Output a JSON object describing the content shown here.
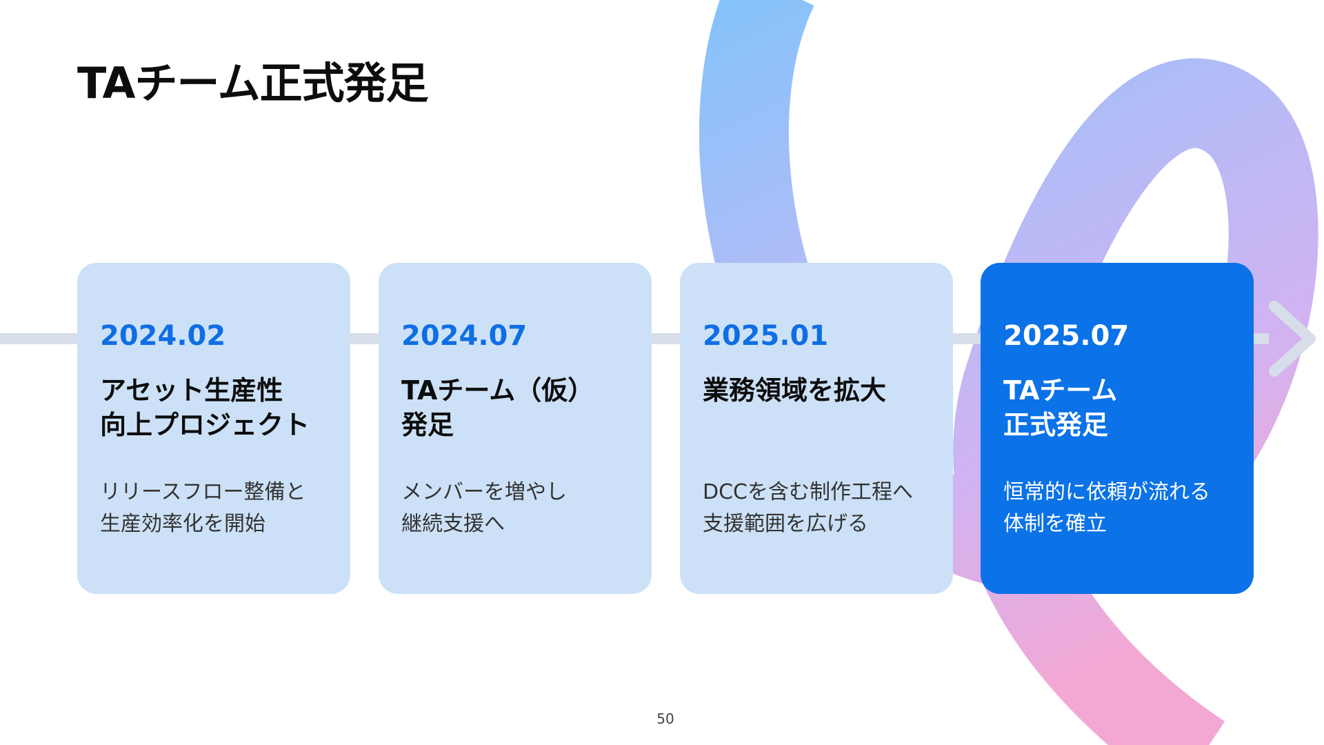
{
  "slide": {
    "title": "TAチーム正式発足",
    "page_number": "50"
  },
  "timeline": [
    {
      "date": "2024.02",
      "heading": [
        "アセット生産性",
        "向上プロジェクト"
      ],
      "description": [
        "リリースフロー整備と",
        "生産効率化を開始"
      ]
    },
    {
      "date": "2024.07",
      "heading": [
        "TAチーム（仮）",
        "発足"
      ],
      "description": [
        "メンバーを増やし",
        "継続支援へ"
      ]
    },
    {
      "date": "2025.01",
      "heading": [
        "業務領域を拡大"
      ],
      "description": [
        "DCCを含む制作工程へ",
        "支援範囲を広げる"
      ]
    },
    {
      "date": "2025.07",
      "heading": [
        "TAチーム",
        "正式発足"
      ],
      "description": [
        "恒常的に依頼が流れる",
        "体制を確立"
      ],
      "highlighted": true
    }
  ],
  "colors": {
    "card_background": "#cce1f7",
    "card_highlight": "#0b72e7",
    "date_text": "#0f6ee3",
    "timeline_line": "#d7dee9",
    "decor_gradient": [
      "#85c3fb",
      "#b4bbf6",
      "#d0b3f2",
      "#f3a8d4"
    ]
  }
}
